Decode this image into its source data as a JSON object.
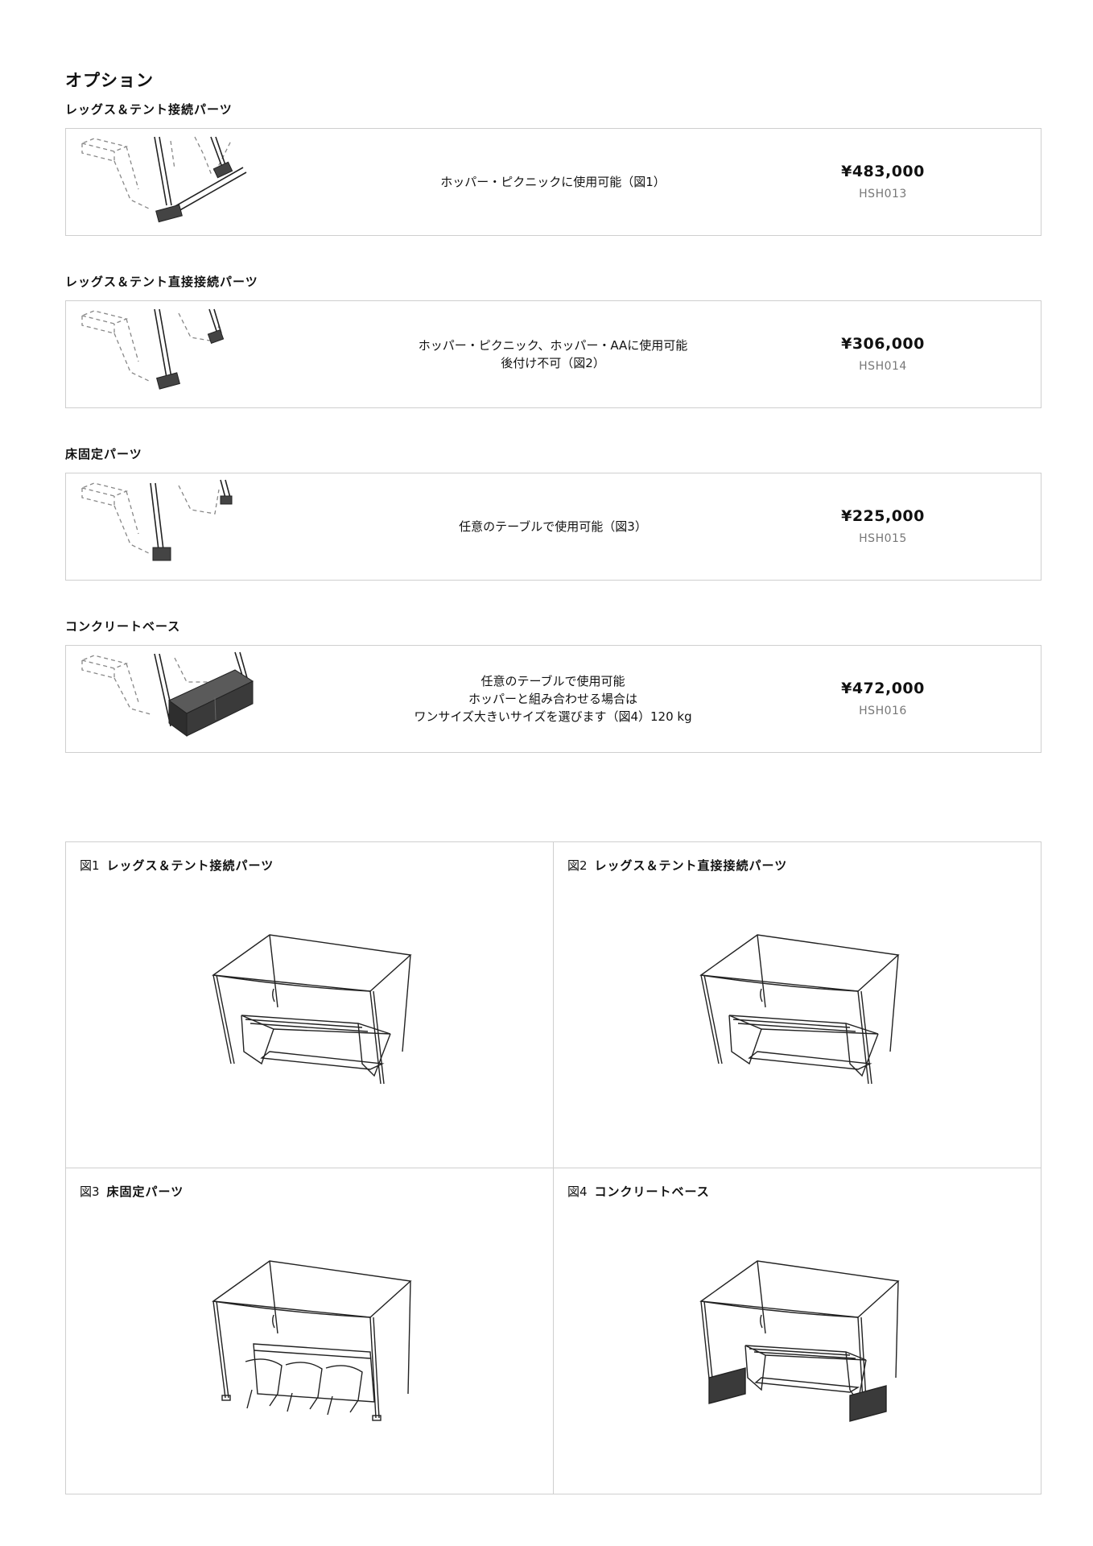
{
  "page_title": "オプション",
  "options": [
    {
      "title": "レッグス＆テント接続パーツ",
      "desc": [
        "ホッパー・ピクニックに使用可能（図1）"
      ],
      "price": "¥483,000",
      "code": "HSH013",
      "image_icon": "legs-tent-connector-drawing"
    },
    {
      "title": "レッグス＆テント直接接続パーツ",
      "desc": [
        "ホッパー・ピクニック、ホッパー・AAに使用可能",
        "後付け不可（図2）"
      ],
      "price": "¥306,000",
      "code": "HSH014",
      "image_icon": "legs-tent-direct-connector-drawing"
    },
    {
      "title": "床固定パーツ",
      "desc": [
        "任意のテーブルで使用可能（図3）"
      ],
      "price": "¥225,000",
      "code": "HSH015",
      "image_icon": "floor-fixing-parts-drawing"
    },
    {
      "title": "コンクリートベース",
      "desc": [
        "任意のテーブルで使用可能",
        "ホッパーと組み合わせる場合は",
        "ワンサイズ大きいサイズを選びます（図4）120 kg"
      ],
      "price": "¥472,000",
      "code": "HSH016",
      "image_icon": "concrete-base-drawing"
    }
  ],
  "figures": [
    {
      "number": "図1",
      "name": "レッグス＆テント接続パーツ",
      "image_icon": "tent-table-drawing"
    },
    {
      "number": "図2",
      "name": "レッグス＆テント直接接続パーツ",
      "image_icon": "tent-table-drawing"
    },
    {
      "number": "図3",
      "name": "床固定パーツ",
      "image_icon": "tent-table-chairs-drawing"
    },
    {
      "number": "図4",
      "name": "コンクリートベース",
      "image_icon": "tent-table-concrete-drawing"
    }
  ],
  "colors": {
    "border": "#cfcfcf",
    "text": "#111111",
    "code_text": "#777777",
    "line_art": "#222222",
    "dashed_art": "#888888",
    "concrete": "#3a3a3a"
  }
}
